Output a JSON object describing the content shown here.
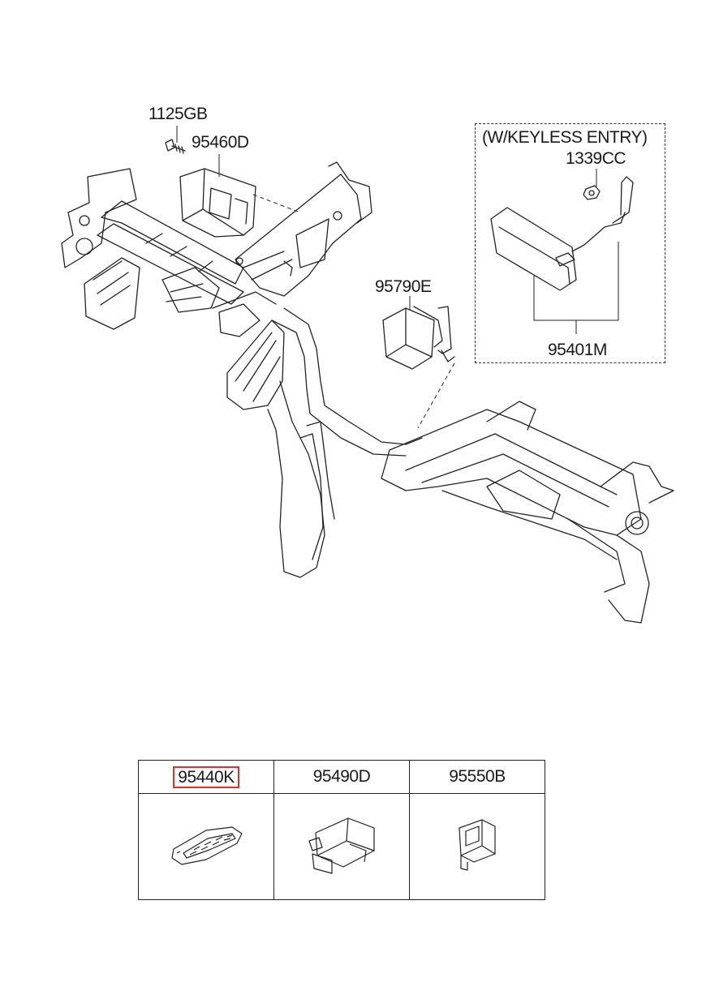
{
  "callouts": {
    "bolt": "1125GB",
    "module_left": "95460D",
    "module_center": "95790E",
    "nut": "1339CC",
    "keyless_module": "95401M"
  },
  "keyless_box": {
    "title": "(W/KEYLESS ENTRY)"
  },
  "parts_table": {
    "headers": [
      "95440K",
      "95490D",
      "95550B"
    ],
    "highlighted": "95440K",
    "highlight_color": "#e03030",
    "icons": [
      "smart-key-fob-icon",
      "connector-module-icon",
      "relay-clip-icon"
    ]
  }
}
